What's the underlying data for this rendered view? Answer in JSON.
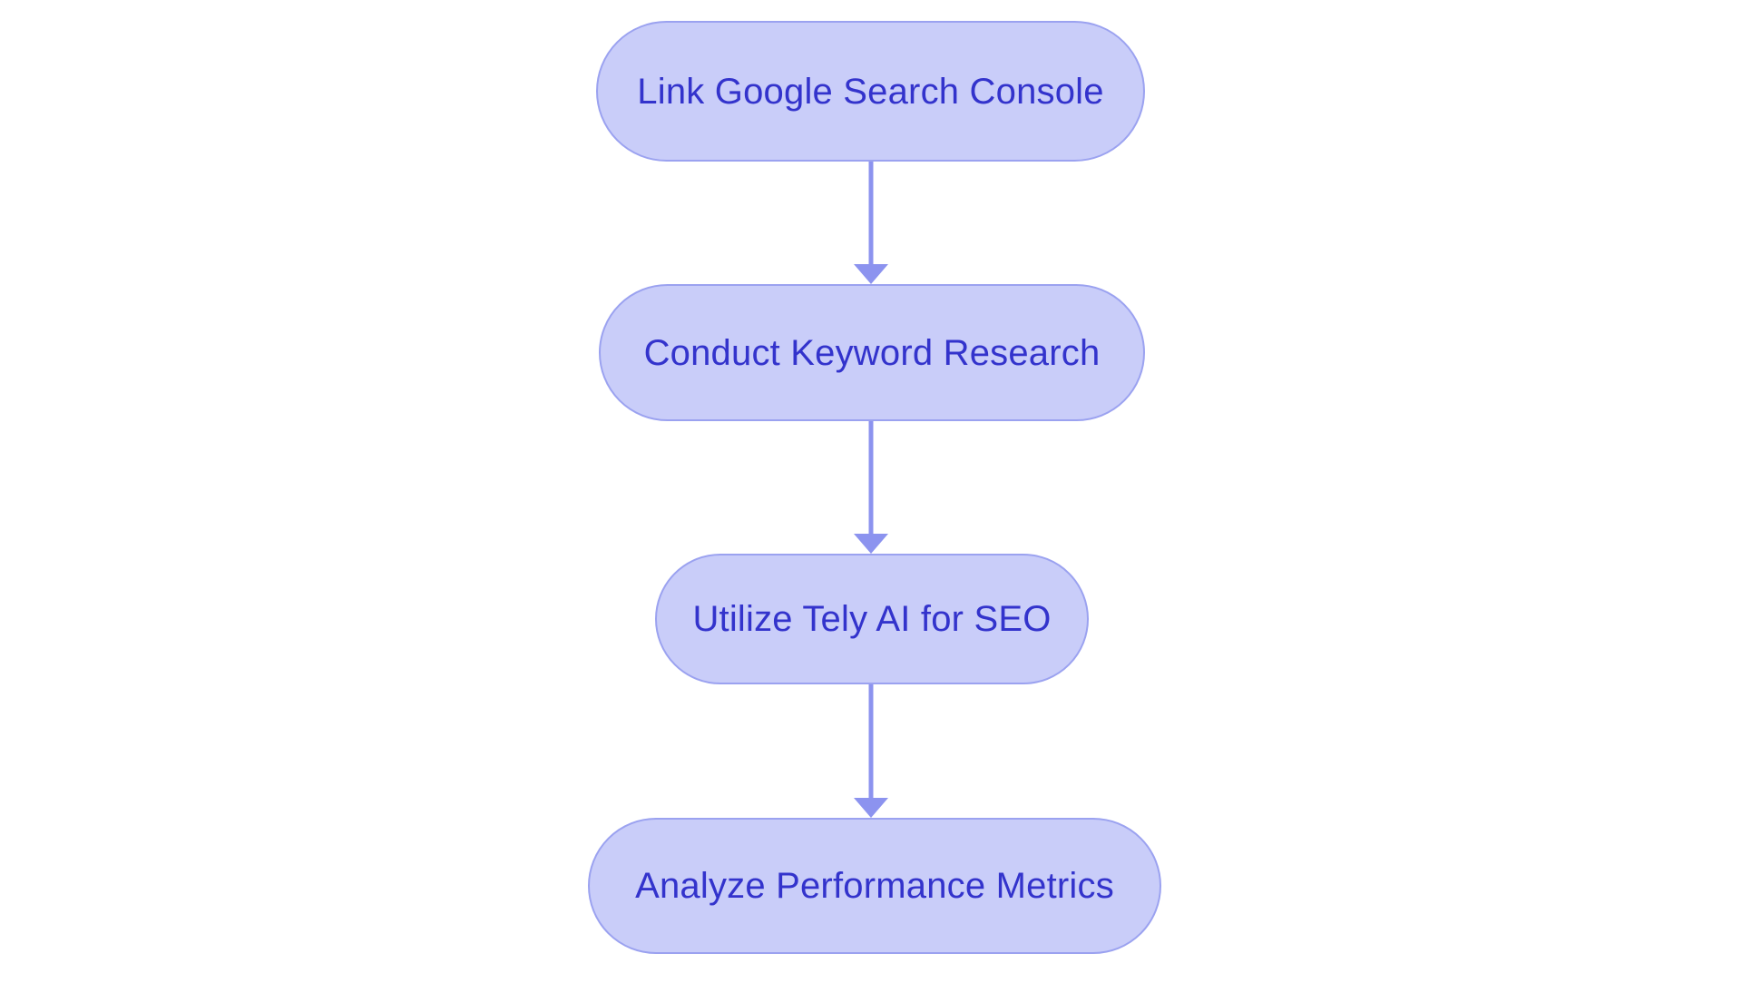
{
  "diagram": {
    "type": "flowchart",
    "orientation": "top-to-bottom",
    "background_color": "#ffffff",
    "node_fill_color": "#c9cdf9",
    "node_border_color": "#9ba2f0",
    "node_text_color": "#3333cc",
    "edge_color": "#8c93ef",
    "nodes": [
      {
        "id": "node-0",
        "label": "Link Google Search Console"
      },
      {
        "id": "node-1",
        "label": "Conduct Keyword Research"
      },
      {
        "id": "node-2",
        "label": "Utilize Tely AI for SEO"
      },
      {
        "id": "node-3",
        "label": "Analyze Performance Metrics"
      }
    ],
    "edges": [
      {
        "id": "edge-0",
        "from": "node-0",
        "to": "node-1",
        "label": "",
        "arrowhead": "triangle-down"
      },
      {
        "id": "edge-1",
        "from": "node-1",
        "to": "node-2",
        "label": "",
        "arrowhead": "triangle-down"
      },
      {
        "id": "edge-2",
        "from": "node-2",
        "to": "node-3",
        "label": "",
        "arrowhead": "triangle-down"
      }
    ]
  }
}
